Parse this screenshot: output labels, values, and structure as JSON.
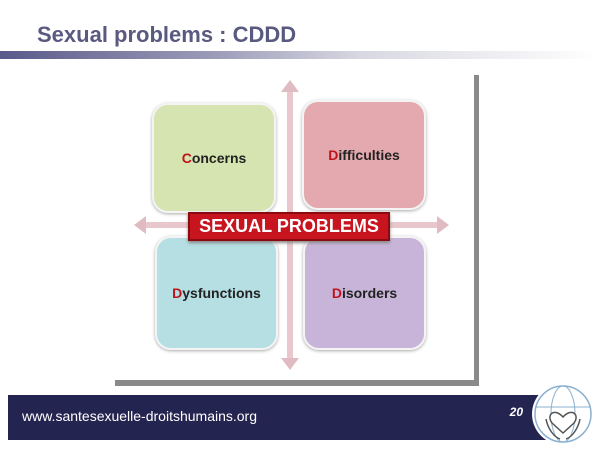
{
  "slide": {
    "title": "Sexual problems : CDDD",
    "page_number": "20",
    "footer_url": "www.santesexuelle-droitshumains.org"
  },
  "diagram": {
    "center_label": "SEXUAL PROBLEMS",
    "quadrants": [
      {
        "initial": "C",
        "rest": "oncerns"
      },
      {
        "initial": "D",
        "rest": "ifficulties"
      },
      {
        "initial": "D",
        "rest": "ysfunctions"
      },
      {
        "initial": "D",
        "rest": "isorders"
      }
    ]
  },
  "colors": {
    "title": "#5a5a80",
    "footer": "#242450",
    "banner": "#c8141e"
  }
}
